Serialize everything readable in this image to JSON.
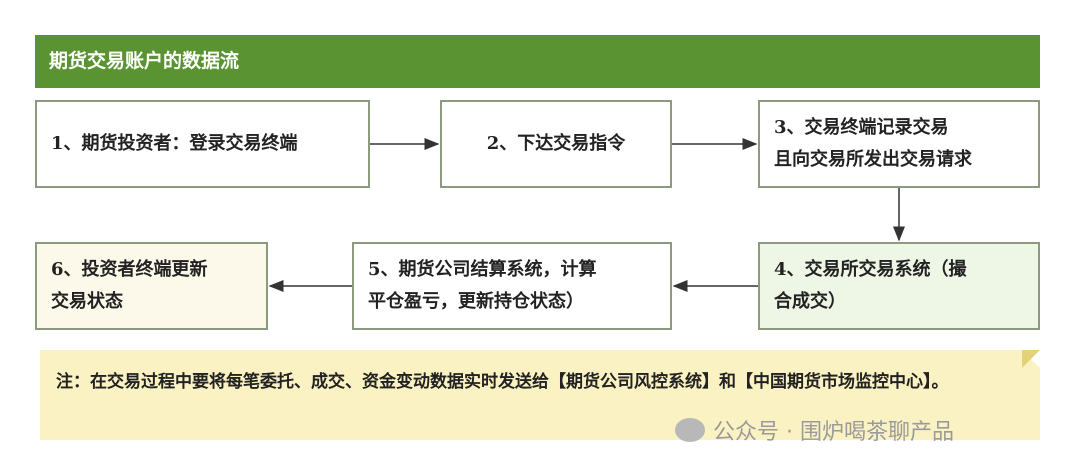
{
  "title": "期货交易账户的数据流",
  "steps": [
    {
      "text": "1、期货投资者：登录交易终端"
    },
    {
      "text": "2、下达交易指令"
    },
    {
      "line1": "3、交易终端记录交易",
      "line2": "且向交易所发出交易请求"
    },
    {
      "line1": "4、交易所交易系统（撮",
      "line2": "合成交）"
    },
    {
      "line1": "5、期货公司结算系统，计算",
      "line2": "平仓盈亏，更新持仓状态）"
    },
    {
      "line1": "6、投资者终端更新",
      "line2": "交易状态"
    }
  ],
  "note": {
    "prefix": "注：在交易过程中要将每笔委托、成交、资金变动数据实时发送给",
    "bold1": "【期货公司风控系统】",
    "mid": "和",
    "bold2": "【中国期货市场监控中心】",
    "suffix": "。"
  },
  "watermark": "公众号 · 围炉喝茶聊产品",
  "colors": {
    "header": "#5a9331",
    "note_bg": "#fbf2c3",
    "step4_bg": "#eef6e6",
    "step6_bg": "#fdf9ea"
  }
}
